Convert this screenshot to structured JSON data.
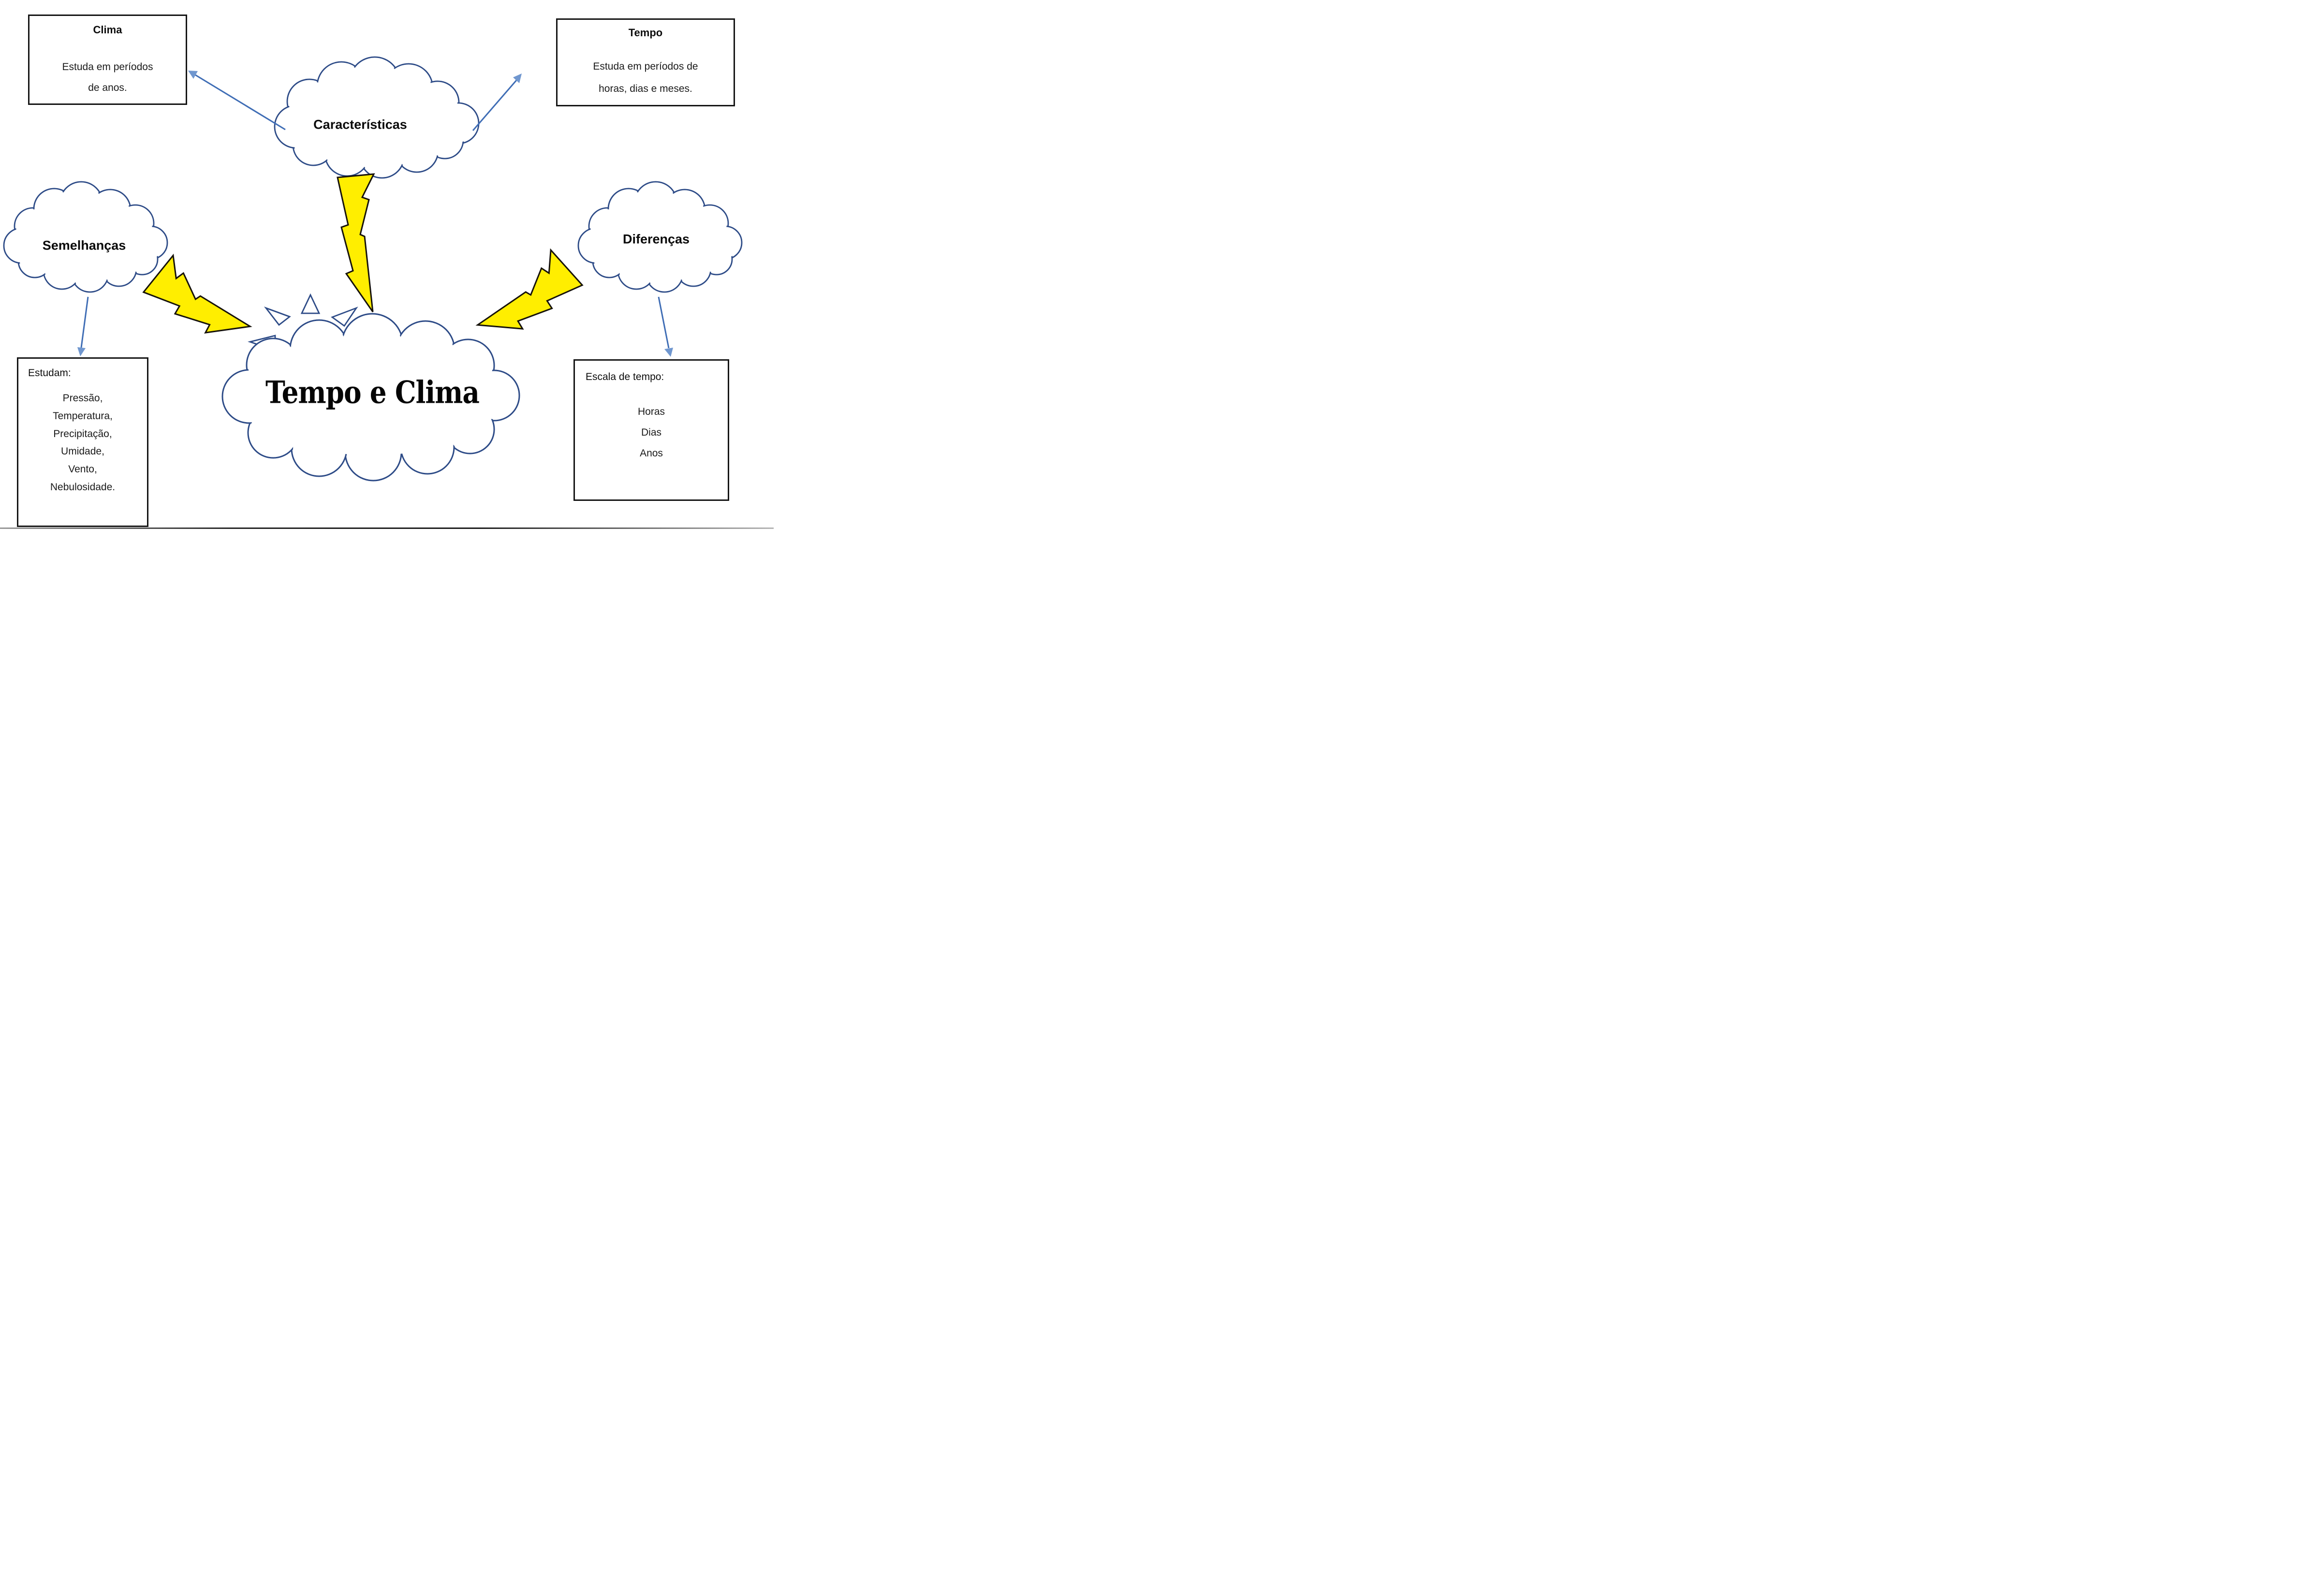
{
  "map": {
    "center_cloud": {
      "label": "Tempo e Clima"
    },
    "caracteristicas_cloud": {
      "label": "Características"
    },
    "semelhancas_cloud": {
      "label": "Semelhanças"
    },
    "diferencas_cloud": {
      "label": "Diferenças"
    },
    "clima_box": {
      "title": "Clima",
      "lines": [
        "Estuda em períodos",
        "de anos."
      ]
    },
    "tempo_box": {
      "title": "Tempo",
      "lines": [
        "Estuda em períodos de",
        "horas, dias e meses."
      ]
    },
    "estudam_box": {
      "title": "Estudam:",
      "items": [
        "Pressão,",
        "Temperatura,",
        "Precipitação,",
        "Umidade,",
        "Vento,",
        "Nebulosidade."
      ]
    },
    "escala_box": {
      "title": "Escala de tempo:",
      "items": [
        "Horas",
        "Dias",
        "Anos"
      ]
    },
    "colors": {
      "cloud_stroke": "#2d4b87",
      "arrow_line": "#3f6db5",
      "arrow_head": "#7097cf",
      "bolt_fill": "#ffee00",
      "bolt_stroke": "#16120a",
      "box_border": "#151515"
    }
  }
}
